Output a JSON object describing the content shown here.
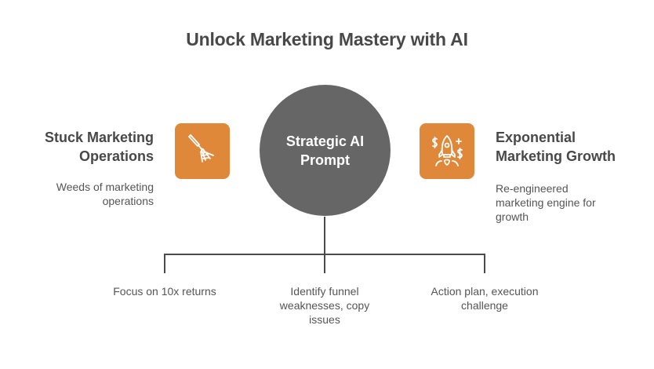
{
  "title": "Unlock Marketing Mastery with AI",
  "colors": {
    "accent": "#E0883A",
    "center": "#666666",
    "text": "#484848",
    "connector": "#4a4a4a"
  },
  "left": {
    "heading_line1": "Stuck Marketing",
    "heading_line2": "Operations",
    "description_line1": "Weeds of marketing",
    "description_line2": "operations",
    "icon": "pitchfork-icon"
  },
  "center": {
    "line1": "Strategic AI",
    "line2": "Prompt"
  },
  "right": {
    "heading_line1": "Exponential",
    "heading_line2": "Marketing Growth",
    "description_line1": "Re-engineered",
    "description_line2": "marketing engine for",
    "description_line3": "growth",
    "icon": "rocket-dollar-icon"
  },
  "branches": [
    {
      "line1": "Focus on 10x returns",
      "line2": "",
      "line3": ""
    },
    {
      "line1": "Identify funnel",
      "line2": "weaknesses, copy",
      "line3": "issues"
    },
    {
      "line1": "Action plan, execution",
      "line2": "challenge",
      "line3": ""
    }
  ]
}
